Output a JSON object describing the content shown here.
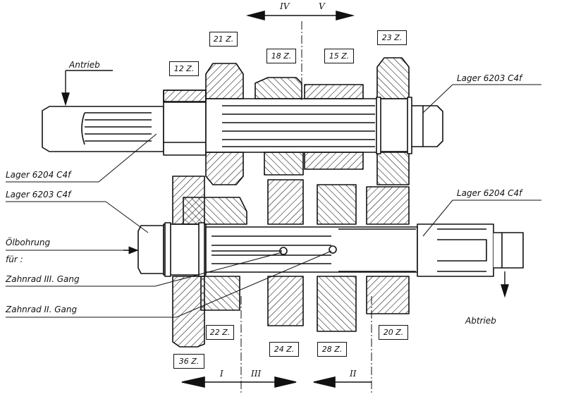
{
  "drawing": {
    "labels": {
      "antrieb": "Antrieb",
      "abtrieb": "Abtrieb",
      "lager_top_right": "Lager 6203 C4f",
      "lager_top_left": "Lager 6204 C4f",
      "lager_mid_left": "Lager 6203 C4f",
      "lager_mid_right": "Lager 6204 C4f",
      "oelbohrung": "Ölbohrung",
      "fuer": "für :",
      "zahnrad_3": "Zahnrad III. Gang",
      "zahnrad_2": "Zahnrad II. Gang"
    },
    "gear_teeth": {
      "z21": "21 Z.",
      "z12": "12 Z.",
      "z18": "18 Z.",
      "z15": "15 Z.",
      "z23": "23 Z.",
      "z22": "22 Z.",
      "z36": "36 Z.",
      "z24": "24 Z.",
      "z28": "28 Z.",
      "z20": "20 Z."
    },
    "shift_marks": {
      "top_left": "IV",
      "top_right": "V",
      "bottom_1": "I",
      "bottom_3": "III",
      "bottom_2": "II"
    }
  }
}
